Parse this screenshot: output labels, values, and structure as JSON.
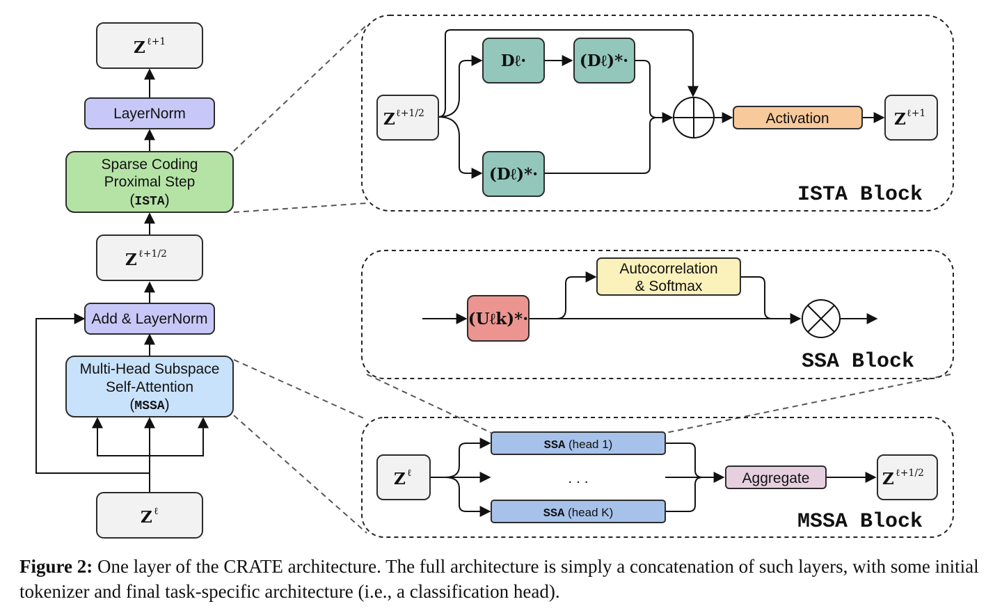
{
  "left_stack": {
    "z_out": "Z",
    "z_out_sup": "ℓ+1",
    "layernorm": "LayerNorm",
    "ista_line1": "Sparse Coding",
    "ista_line2": "Proximal Step",
    "ista_abbrev": "ISTA",
    "z_mid": "Z",
    "z_mid_sup": "ℓ+1/2",
    "add_layernorm": "Add & LayerNorm",
    "mssa_line1": "Multi-Head Subspace",
    "mssa_line2": "Self-Attention",
    "mssa_abbrev": "MSSA",
    "z_in": "Z",
    "z_in_sup": "ℓ"
  },
  "ista_block": {
    "input_z": "Z",
    "input_sup": "ℓ+1/2",
    "d_op": "Dℓ·",
    "d_star_op_top": "(Dℓ)*·",
    "d_star_op_bottom": "(Dℓ)*·",
    "activation": "Activation",
    "output_z": "Z",
    "output_sup": "ℓ+1",
    "title": "ISTA Block"
  },
  "ssa_block": {
    "u_op": "(Uℓk)*·",
    "autocorr_line1": "Autocorrelation",
    "autocorr_line2": "& Softmax",
    "title": "SSA Block"
  },
  "mssa_block": {
    "input_z": "Z",
    "input_sup": "ℓ",
    "head1_bold": "SSA",
    "head1_rest": " (head 1)",
    "ellipsis": ". . .",
    "headk_bold": "SSA",
    "headk_rest": " (head K)",
    "aggregate": "Aggregate",
    "output_z": "Z",
    "output_sup": "ℓ+1/2",
    "title": "MSSA Block"
  },
  "caption": {
    "label": "Figure 2:",
    "text": " One layer of the CRATE architecture. The full architecture is simply a concatenation of such layers, with some initial tokenizer and final task-specific architecture (i.e., a classification head)."
  },
  "colors": {
    "gray_node": "#f2f2f2",
    "purple_node": "#c8c8f8",
    "green_node": "#b5e3a6",
    "blue_node": "#c9e2fb",
    "teal_node": "#93c7bb",
    "orange_node": "#f8c99a",
    "yellow_node": "#fbf1bb",
    "red_node": "#ec9590",
    "ssa_head_node": "#a7c2ea",
    "aggregate_node": "#e6d0e0"
  }
}
